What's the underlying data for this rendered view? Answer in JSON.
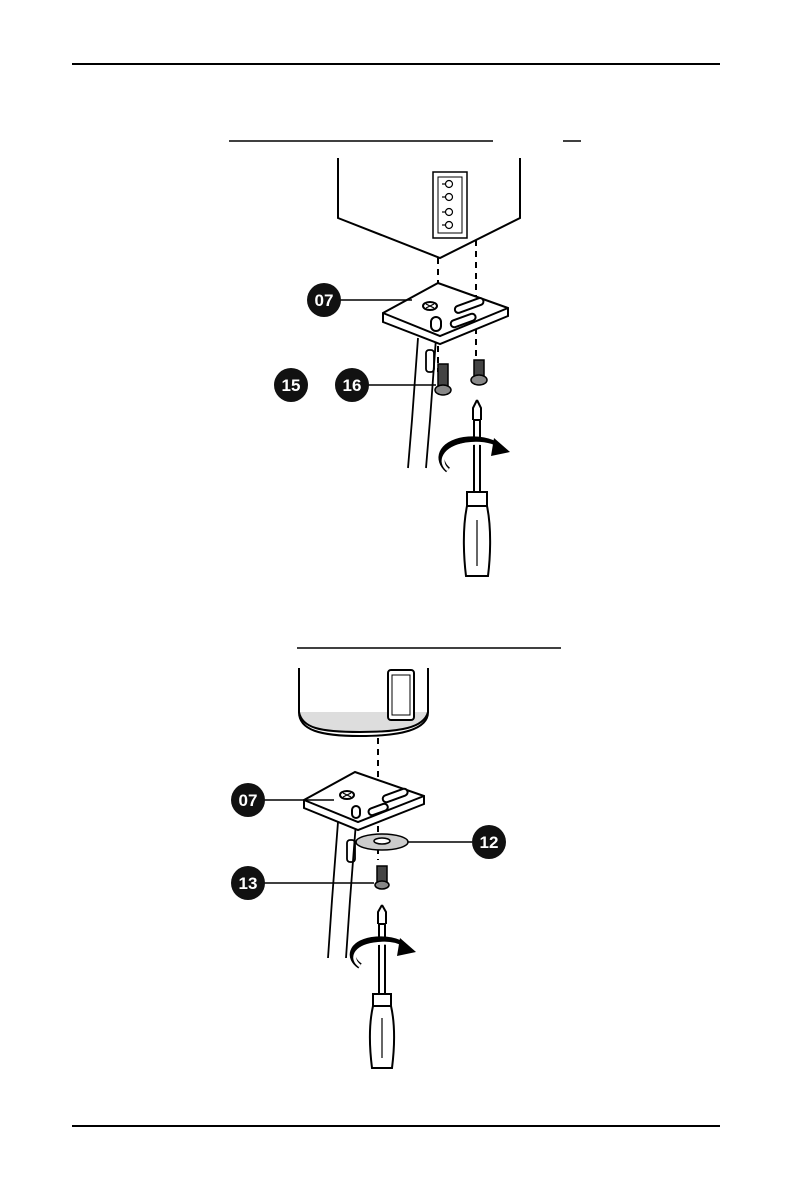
{
  "page": {
    "callouts": {
      "top_base_plate": "07",
      "top_screw_left": "15",
      "top_screw_right": "16",
      "bottom_base_plate": "07",
      "bottom_washer": "12",
      "bottom_screw": "13"
    }
  }
}
